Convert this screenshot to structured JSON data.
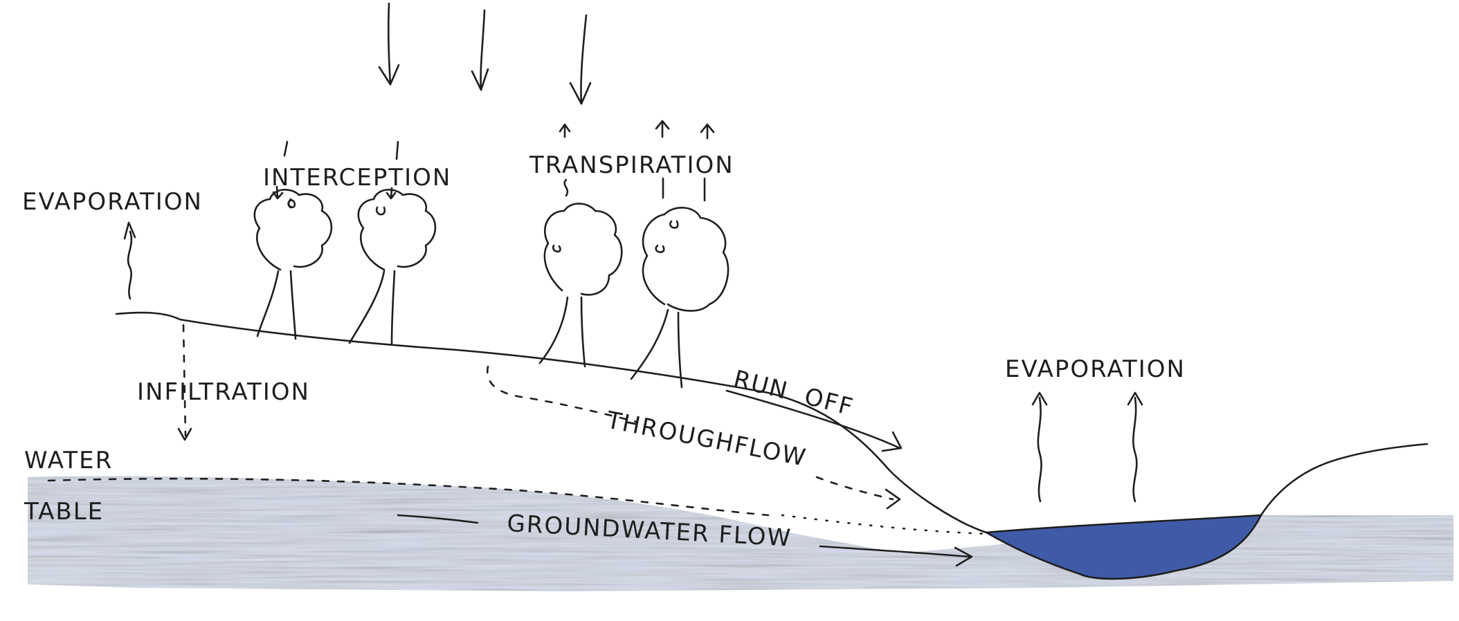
{
  "labels": {
    "evaporation_land": "EVAPORATION",
    "interception": "INTERCEPTION",
    "transpiration": "TRANSPIRATION",
    "infiltration": "INFILTRATION",
    "water_table_line1": "WATER",
    "water_table_line2": "TABLE",
    "run_off": "RUN  OFF",
    "throughflow": "THROUGHFLOW",
    "groundwater_flow": "GROUNDWATER FLOW",
    "evaporation_water": "EVAPORATION"
  },
  "colors": {
    "ink": "#1e1e1e",
    "groundwater": "#b9c3dc",
    "lake": "#3f5aa6"
  }
}
